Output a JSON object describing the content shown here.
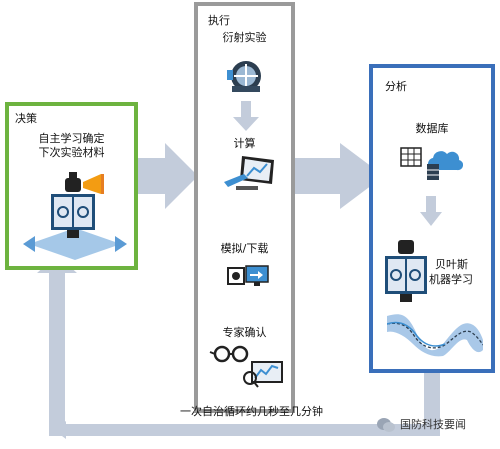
{
  "decision": {
    "title": "决策",
    "desc_line1": "自主学习确定",
    "desc_line2": "下次实验材料"
  },
  "execution": {
    "title": "执行",
    "step1": "衍射实验",
    "step2": "计算",
    "step3": "模拟/下载",
    "step4": "专家确认"
  },
  "analysis": {
    "title": "分析",
    "database": "数据库",
    "bayes_line1": "贝叶斯",
    "bayes_line2": "机器学习"
  },
  "loop_caption": "一次自治循环约几秒至几分钟",
  "watermark": "国防科技要闻",
  "colors": {
    "arrow": "#c3ccdb",
    "decision_border": "#6db33f",
    "execution_border": "#9a9a9a",
    "analysis_border": "#3a6fba",
    "accent_blue": "#3d8fd1",
    "accent_orange": "#f39c12"
  }
}
